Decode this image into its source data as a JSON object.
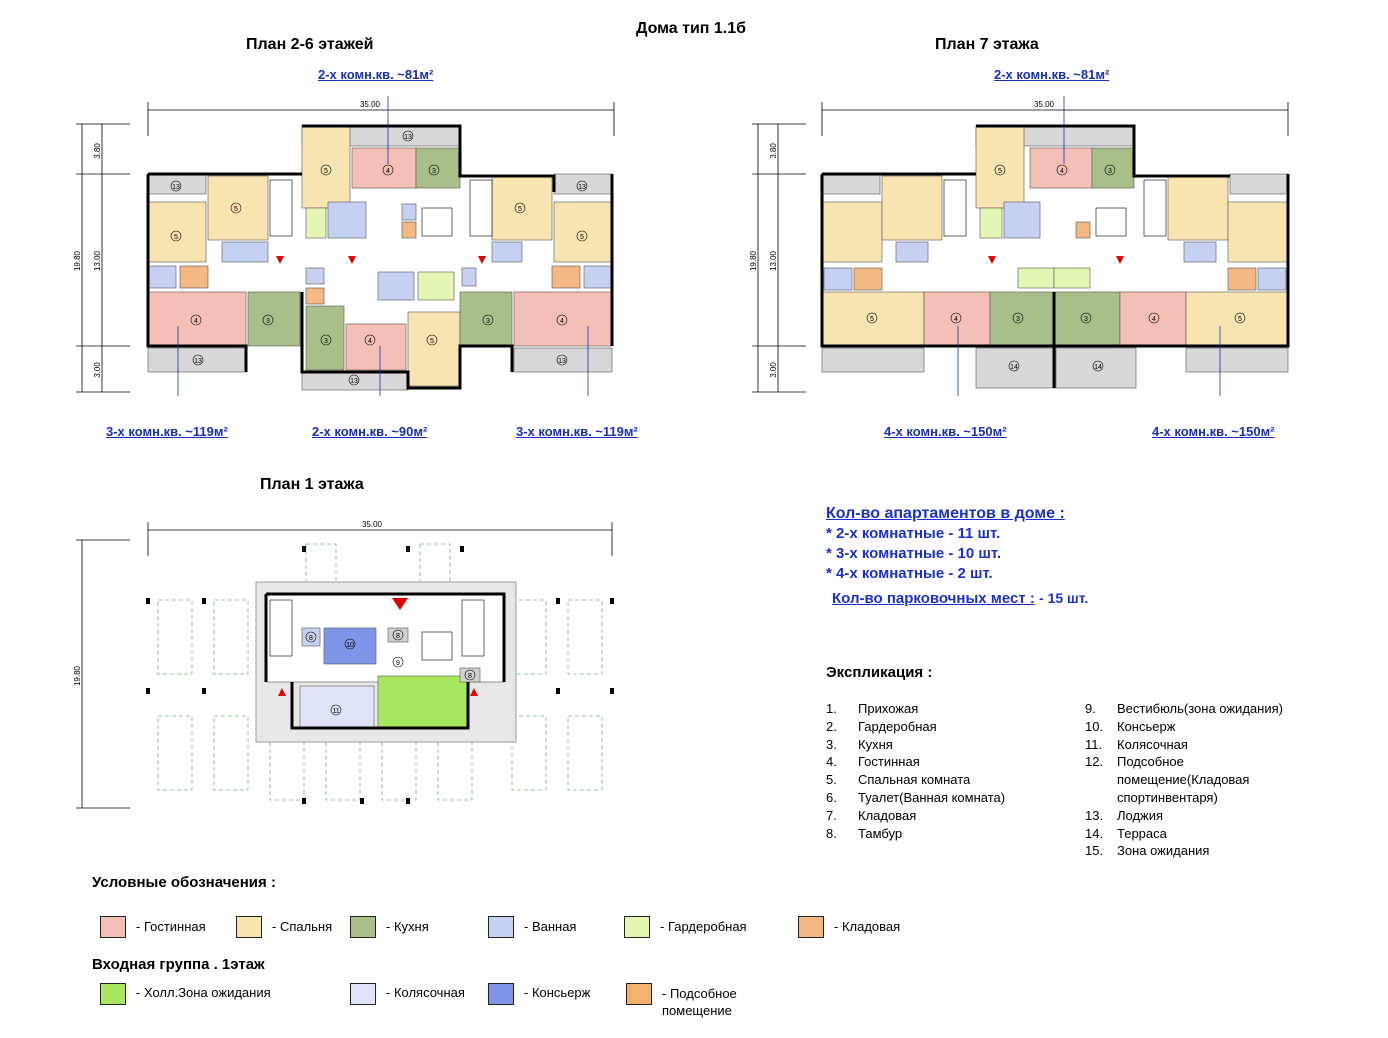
{
  "header": {
    "title": "Дома тип 1.1б"
  },
  "plans": {
    "typical": {
      "title": "План 2-6 этажей",
      "width_dim": "35.00",
      "height_dims": [
        "3.80",
        "13.00",
        "19.80",
        "3.00"
      ],
      "apartments": [
        {
          "label": "2-х комн.кв. ~81м²"
        },
        {
          "label": "3-х комн.кв. ~119м²"
        },
        {
          "label": "2-х комн.кв. ~90м²"
        },
        {
          "label": "3-х комн.кв. ~119м²"
        }
      ]
    },
    "seventh": {
      "title": "План 7 этажа",
      "width_dim": "35.00",
      "height_dims": [
        "3.80",
        "13.00",
        "19.80",
        "3.00"
      ],
      "apartments": [
        {
          "label": "2-х комн.кв. ~81м²"
        },
        {
          "label": "4-х комн.кв. ~150м²"
        },
        {
          "label": "4-х комн.кв. ~150м²"
        }
      ]
    },
    "first": {
      "title": "План 1 этажа",
      "width_dim": "35.00",
      "height_dim": "19.80"
    }
  },
  "counts": {
    "heading": "Кол-во апартаментов в доме :",
    "items": [
      "*  2-х комнатные - 11 шт.",
      "*  3-х комнатные - 10 шт.",
      "*  4-х комнатные - 2 шт."
    ],
    "parking_label": "Кол-во парковочных мест :",
    "parking_value": "- 15 шт."
  },
  "explication": {
    "title": "Экспликация :",
    "left": [
      {
        "n": "1.",
        "t": "Прихожая"
      },
      {
        "n": "2.",
        "t": "Гардеробная"
      },
      {
        "n": "3.",
        "t": "Кухня"
      },
      {
        "n": "4.",
        "t": "Гостинная"
      },
      {
        "n": "5.",
        "t": "Спальная комната"
      },
      {
        "n": "6.",
        "t": "Туалет(Ванная комната)"
      },
      {
        "n": "7.",
        "t": "Кладовая"
      },
      {
        "n": "8.",
        "t": "Тамбур"
      }
    ],
    "right": [
      {
        "n": "9.",
        "t": "Вестибюль(зона ожидания)"
      },
      {
        "n": "10.",
        "t": "Консьерж"
      },
      {
        "n": "11.",
        "t": "Колясочная"
      },
      {
        "n": "12.",
        "t": "Подсобное помещение(Кладовая спортинвентаря)"
      },
      {
        "n": "13.",
        "t": "Лоджия"
      },
      {
        "n": "14.",
        "t": "Терраса"
      },
      {
        "n": "15.",
        "t": "Зона ожидания"
      }
    ]
  },
  "legend": {
    "title": "Условные обозначения :",
    "items": [
      {
        "label": "- Гостинная",
        "color": "#f4bfb5"
      },
      {
        "label": "- Спальня",
        "color": "#f8e4b0"
      },
      {
        "label": "- Кухня",
        "color": "#a9bf8a"
      },
      {
        "label": "- Ванная",
        "color": "#c6d0f2"
      },
      {
        "label": "- Гардеробная",
        "color": "#e4f6b4"
      },
      {
        "label": "- Кладовая",
        "color": "#f4b884"
      }
    ]
  },
  "entrance": {
    "title": "Входная группа . 1этаж",
    "items": [
      {
        "label": "- Холл.Зона ожидания",
        "color": "#a8e860"
      },
      {
        "label": "- Колясочная",
        "color": "#dfe4f8"
      },
      {
        "label": "- Консьерж",
        "color": "#7f95e8"
      },
      {
        "label": "- Подсобное помещение",
        "color": "#f4b070"
      }
    ]
  },
  "colors": {
    "living": "#f4bfb5",
    "bedroom": "#f8e4b0",
    "kitchen": "#a9bf8a",
    "bath": "#c6d0f2",
    "wardrobe": "#e4f6b4",
    "storage": "#f4b884",
    "balcony": "#d8d8d8",
    "hall": "#a8e860",
    "stroller": "#dfe4f8",
    "concierge": "#7f95e8",
    "label_blue": "#1a2fb8"
  }
}
